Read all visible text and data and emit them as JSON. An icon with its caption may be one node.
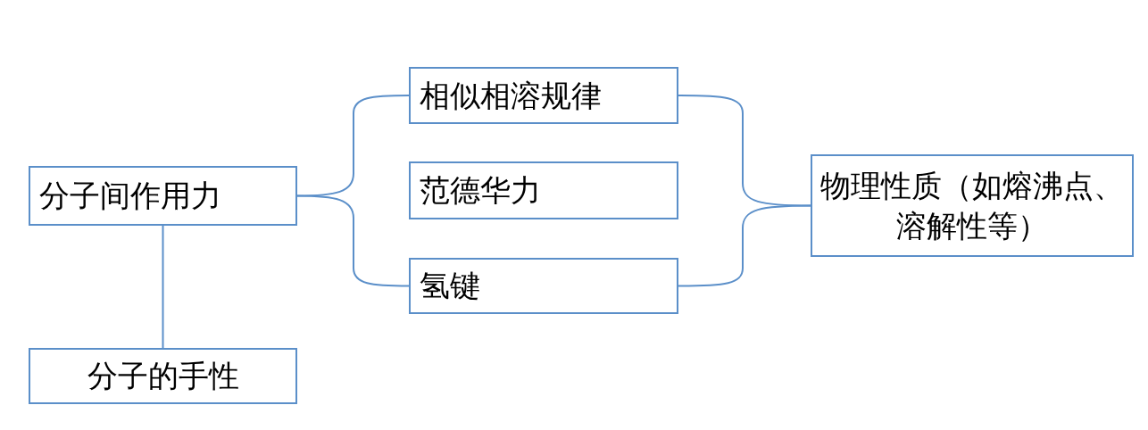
{
  "diagram": {
    "nodes": [
      {
        "text": [
          "分子间作用力"
        ]
      },
      {
        "text": [
          "相似相溶规律"
        ]
      },
      {
        "text": [
          "范德华力"
        ]
      },
      {
        "text": [
          "氢键"
        ]
      },
      {
        "text": [
          "物理性质（如熔沸点、溶解性等）"
        ]
      },
      {
        "text": [
          "分子的手性"
        ]
      }
    ],
    "edges": [
      {
        "from": 0,
        "to": 1,
        "arrow": "none"
      },
      {
        "from": 0,
        "to": 3,
        "arrow": "none"
      },
      {
        "from": 1,
        "to": 4,
        "arrow": "none"
      },
      {
        "from": 3,
        "to": 4,
        "arrow": "none"
      },
      {
        "from": 0,
        "to": 5,
        "arrow": "none"
      }
    ]
  }
}
